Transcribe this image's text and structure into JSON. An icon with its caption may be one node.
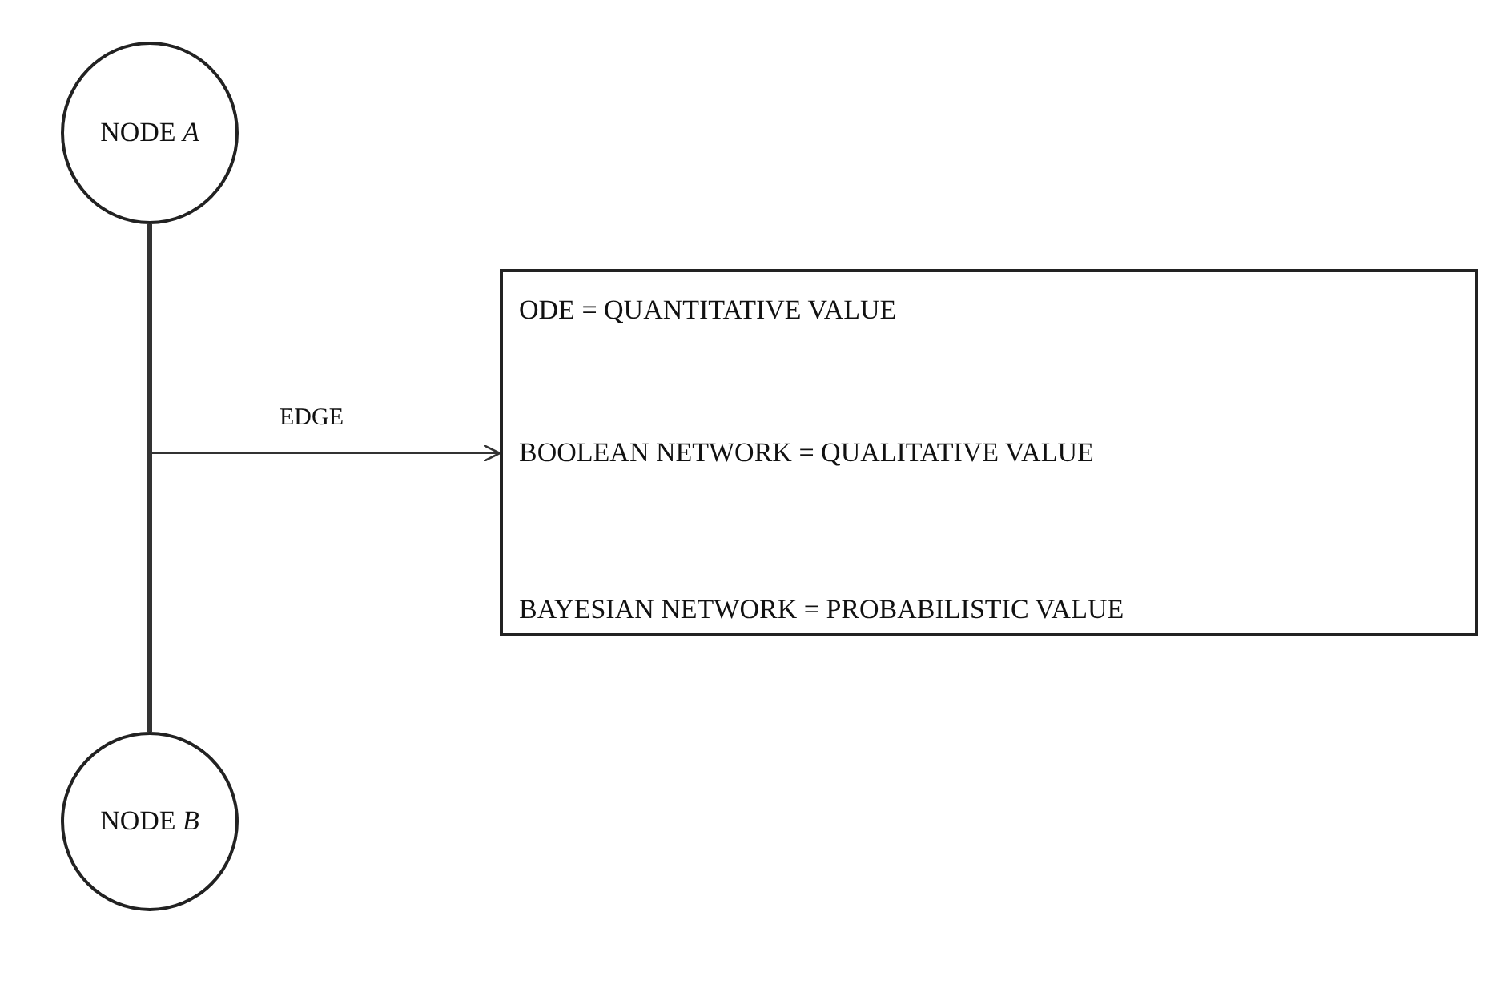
{
  "diagram": {
    "nodes": [
      {
        "text": [
          "NODE *A*"
        ]
      },
      {
        "text": [
          "NODE *B*"
        ]
      },
      {
        "text": [
          "ODE = QUANTITATIVE VALUE",
          "BOOLEAN NETWORK = QUALITATIVE VALUE",
          "BAYESIAN NETWORK = PROBABILISTIC VALUE"
        ]
      }
    ],
    "edges": [
      {
        "from": 0,
        "to": 1,
        "arrow": "none",
        "style": "thick"
      },
      {
        "from": null,
        "to": 2,
        "arrow": "to",
        "label": "EDGE"
      }
    ]
  }
}
